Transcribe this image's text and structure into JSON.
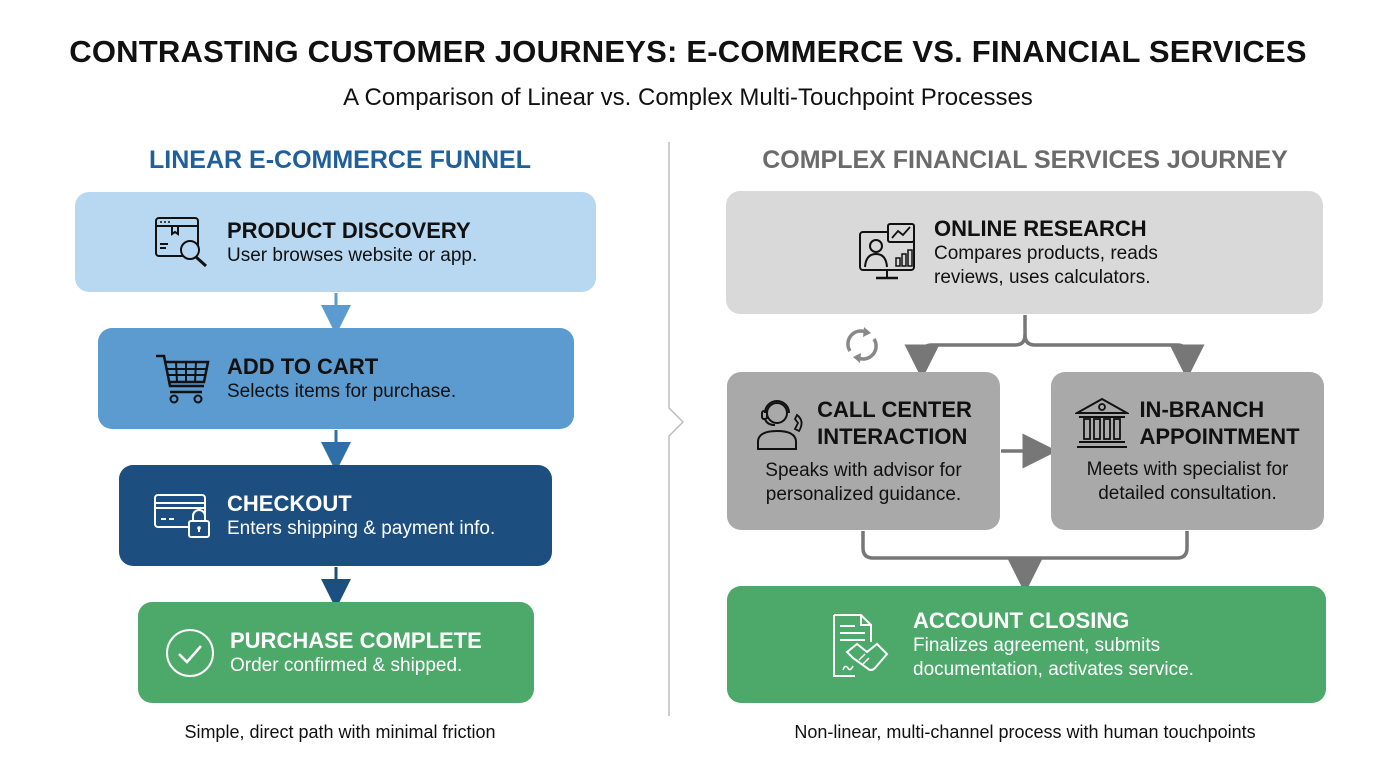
{
  "header": {
    "title": "CONTRASTING CUSTOMER JOURNEYS: E-COMMERCE VS. FINANCIAL SERVICES",
    "subtitle": "A Comparison of Linear vs. Complex Multi-Touchpoint Processes"
  },
  "left": {
    "heading": "LINEAR E-COMMERCE FUNNEL",
    "caption": "Simple, direct path with minimal friction",
    "steps": [
      {
        "title": "PRODUCT DISCOVERY",
        "desc": "User browses website or app.",
        "icon": "browser-search-icon"
      },
      {
        "title": "ADD TO CART",
        "desc": "Selects items for purchase.",
        "icon": "shopping-cart-icon"
      },
      {
        "title": "CHECKOUT",
        "desc": "Enters shipping & payment info.",
        "icon": "secure-card-icon"
      },
      {
        "title": "PURCHASE COMPLETE",
        "desc": "Order confirmed & shipped.",
        "icon": "check-circle-icon"
      }
    ]
  },
  "right": {
    "heading": "COMPLEX FINANCIAL SERVICES JOURNEY",
    "caption": "Non-linear, multi-channel process with human touchpoints",
    "steps": [
      {
        "title": "ONLINE RESEARCH",
        "desc_lines": [
          "Compares products, reads",
          "reviews, uses calculators."
        ],
        "icon": "monitor-analytics-icon"
      },
      {
        "title_lines": [
          "CALL CENTER",
          "INTERACTION"
        ],
        "desc_lines": [
          "Speaks with advisor for",
          "personalized guidance."
        ],
        "icon": "headset-agent-icon"
      },
      {
        "title_lines": [
          "IN-BRANCH",
          "APPOINTMENT"
        ],
        "desc_lines": [
          "Meets with specialist for",
          "detailed consultation."
        ],
        "icon": "bank-building-icon"
      },
      {
        "title": "ACCOUNT CLOSING",
        "desc_lines": [
          "Finalizes agreement, submits",
          "documentation, activates service."
        ],
        "icon": "contract-handshake-icon"
      }
    ],
    "loop_icon": "refresh-cycle-icon"
  },
  "colors": {
    "left_heading": "#1f5f9a",
    "right_heading": "#6b6b6b",
    "step1": "#b8d8f2",
    "step2": "#5b9bd0",
    "step3": "#1c4f80",
    "complete": "#4da96a",
    "research": "#d9d9d9",
    "touchpoint": "#a9a9a9",
    "connector_gray": "#777777"
  }
}
